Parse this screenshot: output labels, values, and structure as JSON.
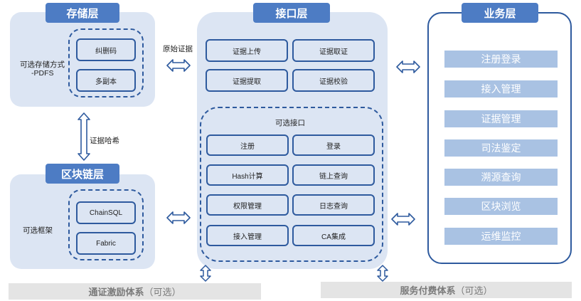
{
  "storage": {
    "title": "存储层",
    "side_label_1": "可选存储方式",
    "side_label_2": "-PDFS",
    "items": [
      "纠删码",
      "多副本"
    ]
  },
  "storage_link": "原始证据",
  "hash_link": "证据哈希",
  "blockchain": {
    "title": "区块链层",
    "side_label": "可选框架",
    "items": [
      "ChainSQL",
      "Fabric"
    ]
  },
  "interface": {
    "title": "接口层",
    "core_items": [
      "证据上传",
      "证据取证",
      "证据提取",
      "证据校验"
    ],
    "optional_title": "可选接口",
    "optional_items": [
      "注册",
      "登录",
      "Hash计算",
      "链上查询",
      "权限管理",
      "日志查询",
      "接入管理",
      "CA集成"
    ]
  },
  "business": {
    "title": "业务层",
    "items": [
      "注册登录",
      "接入管理",
      "证据管理",
      "司法鉴定",
      "溯源查询",
      "区块浏览",
      "运维监控"
    ]
  },
  "bottom_left": {
    "main": "通证激励体系",
    "sub": "（可选）"
  },
  "bottom_right": {
    "main": "服务付费体系",
    "sub": "（可选）"
  },
  "colors": {
    "panel": "#dce5f3",
    "title": "#4d7cc4",
    "border": "#2e5a9e",
    "service": "#a9c2e3",
    "bar": "#e4e4e4"
  }
}
